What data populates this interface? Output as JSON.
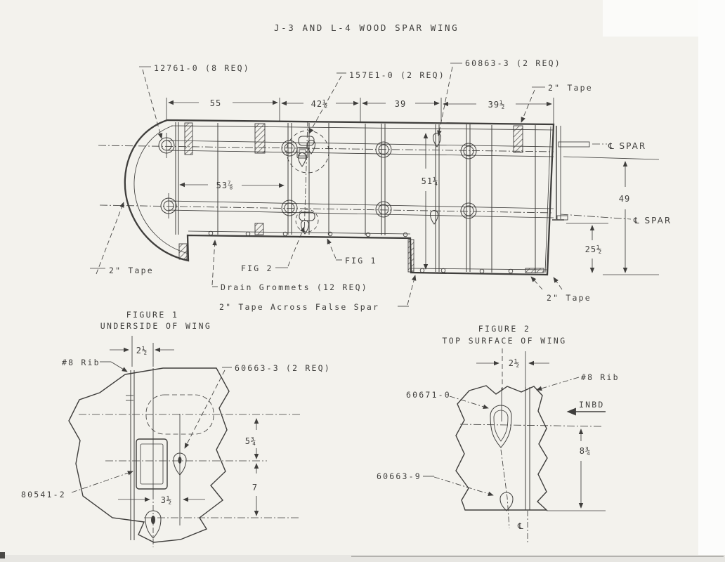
{
  "title": "J-3 AND L-4 WOOD SPAR WING",
  "plan": {
    "callouts": {
      "p12761": "12761-0 (8 REQ)",
      "p157e1": "157E1-0 (2 REQ)",
      "p60863": "60863-3 (2 REQ)",
      "tape_top_right": "2\" Tape",
      "tape_left": "2\" Tape",
      "tape_bottom_right": "2\" Tape",
      "fig2_ref": "FIG 2",
      "fig1_ref": "FIG 1",
      "drain_grommets": "Drain Grommets (12 REQ)",
      "false_spar_tape": "2\" Tape Across False Spar",
      "cl_spar_front": "℄ SPAR",
      "cl_spar_rear": "℄ SPAR"
    },
    "dimensions": {
      "d55": "55",
      "d42_5": "42½",
      "d39": "39",
      "d39_5": "39½",
      "d53_78": "53⅞",
      "d51_14": "51¼",
      "d49": "49",
      "d25_5": "25½"
    }
  },
  "figure1": {
    "title": "FIGURE 1",
    "subtitle": "UNDERSIDE OF WING",
    "labels": {
      "rib8": "#8 Rib",
      "p60663_3": "60663-3 (2 REQ)",
      "p80541_2": "80541-2"
    },
    "dimensions": {
      "d2_5": "2½",
      "d5_34": "5¾",
      "d7": "7",
      "d3_5": "3½"
    }
  },
  "figure2": {
    "title": "FIGURE 2",
    "subtitle": "TOP SURFACE OF WING",
    "labels": {
      "p60671_0": "60671-0",
      "rib8": "#8 Rib",
      "inbd": "INBD",
      "p60663_9": "60663-9",
      "centerline": "℄"
    },
    "dimensions": {
      "d2_5": "2½",
      "d8_34": "8¾"
    }
  }
}
